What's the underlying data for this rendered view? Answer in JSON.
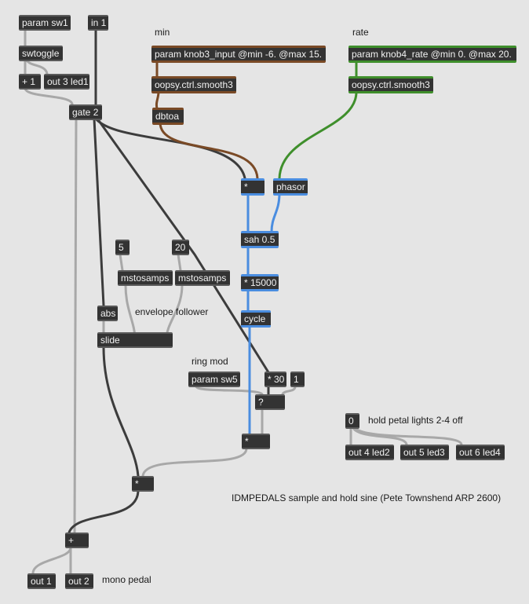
{
  "objects": {
    "param_sw1": "param sw1",
    "in1": "in 1",
    "swtoggle": "swtoggle",
    "plus1": "+ 1",
    "out3": "out 3 led1",
    "gate2": "gate 2",
    "param_knob3": "param knob3_input @min -6. @max 15.",
    "smooth_a": "oopsy.ctrl.smooth3",
    "dbtoa": "dbtoa",
    "param_knob4": "param knob4_rate @min 0. @max 20.",
    "smooth_b": "oopsy.ctrl.smooth3",
    "mul_a": "*",
    "phasor": "phasor",
    "sah": "sah 0.5",
    "num5": "5",
    "num20": "20",
    "mstosamps_a": "mstosamps",
    "mstosamps_b": "mstosamps",
    "mul15000": "* 15000",
    "abs": "abs",
    "slide": "slide",
    "cycle": "cycle",
    "param_sw5": "param sw5",
    "mul30": "* 30",
    "num1": "1",
    "switch": "?",
    "mul_b": "*",
    "zero": "0",
    "out4": "out 4 led2",
    "out5": "out 5 led3",
    "out6": "out 6 led4",
    "mul_c": "*",
    "plus": "+",
    "out1": "out 1",
    "out2": "out 2"
  },
  "comments": {
    "min": "min",
    "rate": "rate",
    "envelope": "envelope follower",
    "ringmod": "ring mod",
    "hold": "hold petal lights 2-4 off",
    "title": "IDMPEDALS sample and hold sine (Pete Townshend ARP 2600)",
    "mono": "mono pedal"
  },
  "colors": {
    "background": "#e5e5e5",
    "box": "#333333",
    "cable_control": "#a8a8a8",
    "cable_signal": "#3c3c3c",
    "cable_knob3": "#7a4a26",
    "cable_knob4": "#3f8f2c",
    "cable_blue": "#4a8de0"
  }
}
